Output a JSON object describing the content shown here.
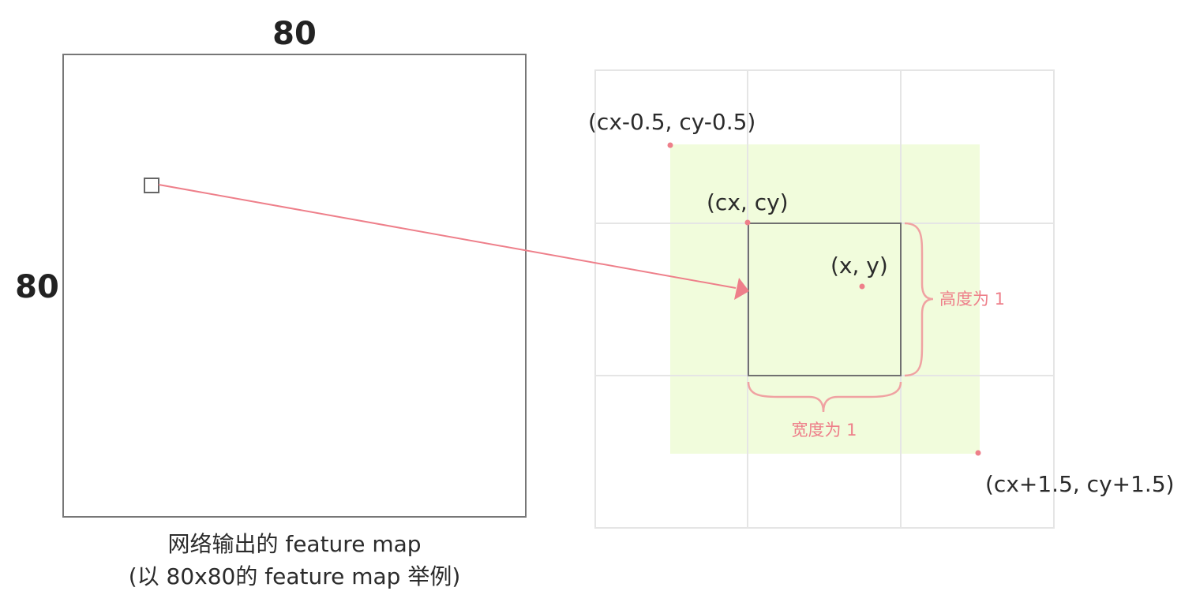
{
  "colors": {
    "accent": "#ee7f8a",
    "brace": "#f0a2a2",
    "highlight": "#f1fcdc",
    "grid": "#e5e5e5",
    "box": "#777777",
    "text": "#2b2b2b"
  },
  "feature_map": {
    "width_label": "80",
    "height_label": "80",
    "caption_line1": "网络输出的 feature map",
    "caption_line2": "(以 80x80的 feature map 举例)"
  },
  "grid_panel": {
    "label_top_left": "(cx-0.5, cy-0.5)",
    "label_cell_origin": "(cx, cy)",
    "label_point": "(x, y)",
    "label_bottom_right": "(cx+1.5, cy+1.5)",
    "label_height": "高度为 1",
    "label_width": "宽度为 1"
  }
}
